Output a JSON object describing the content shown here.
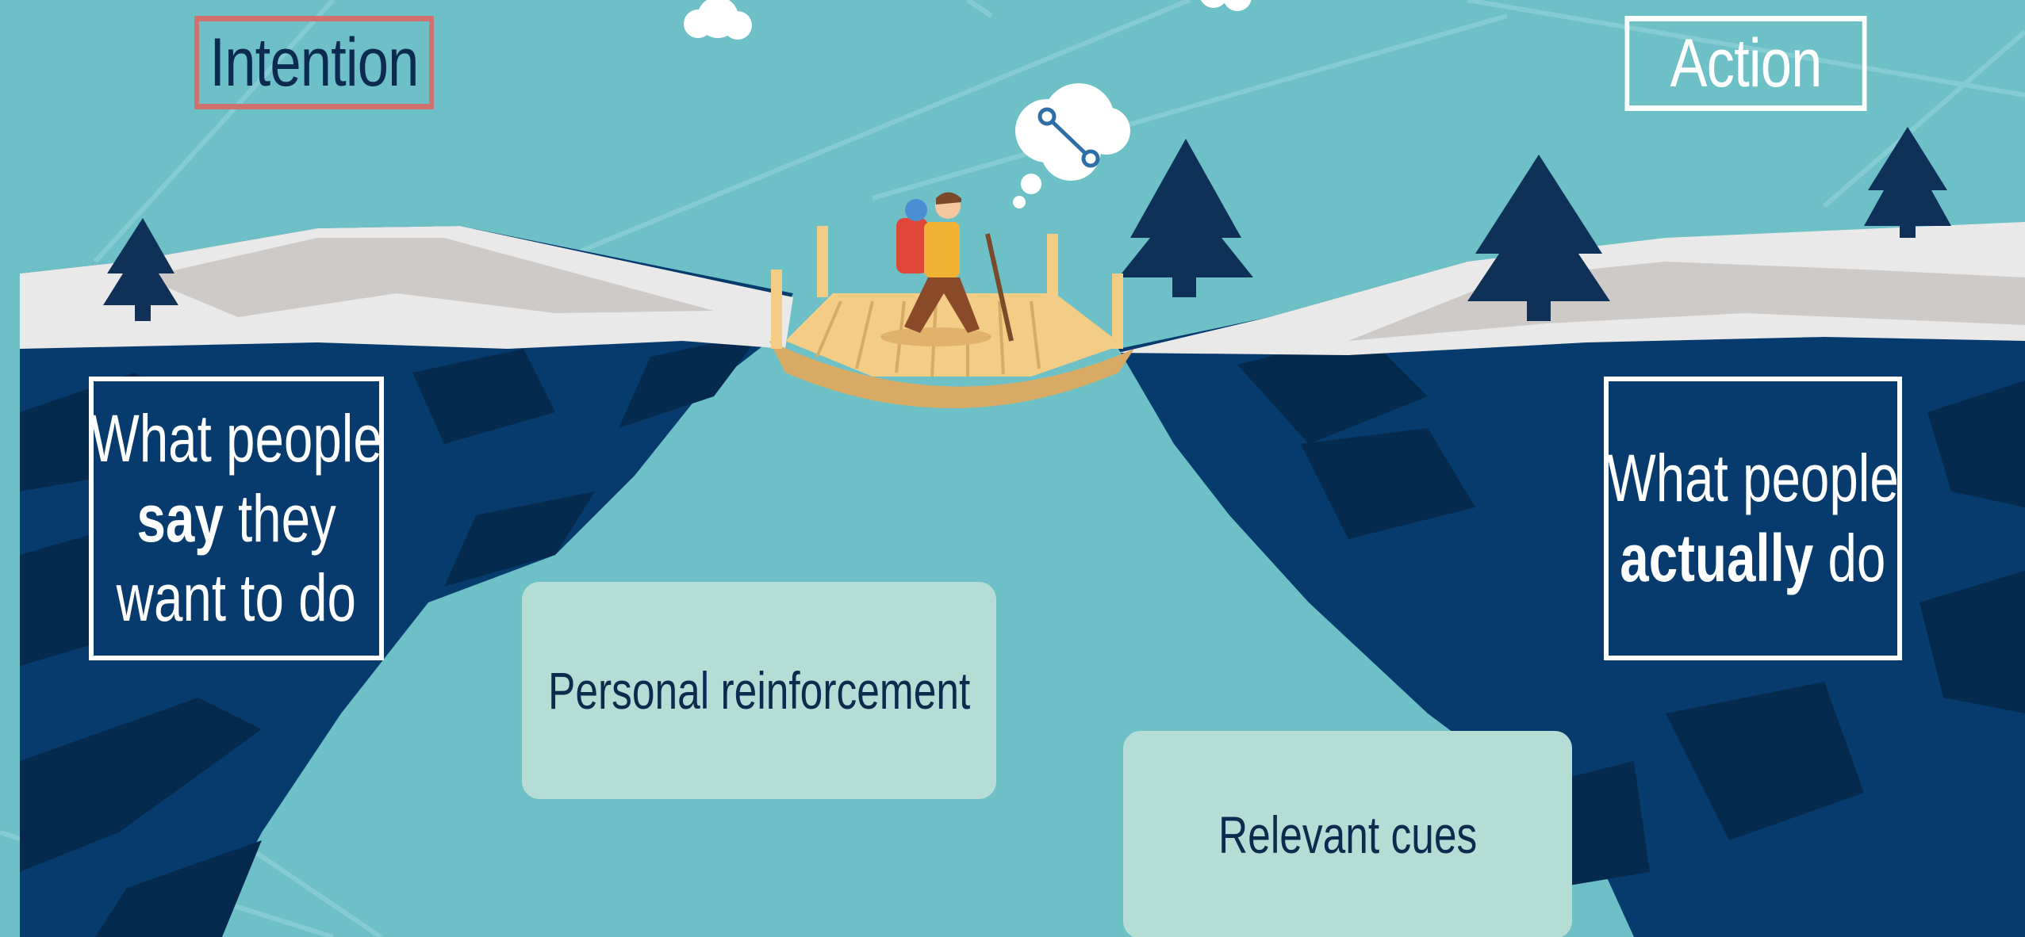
{
  "diagram": {
    "left_header": "Intention",
    "right_header": "Action",
    "left_box": {
      "line1": "What people",
      "line2_bold": "say",
      "line2_rest": " they",
      "line3": "want to do"
    },
    "right_box": {
      "line1": "What people",
      "line2_bold": "actually",
      "line2_rest": " do"
    },
    "factors": [
      "Personal reinforcement",
      "Relevant cues"
    ],
    "thought_icon": "wrench-icon",
    "figure": "hiker-icon"
  },
  "colors": {
    "sky": "#6cc0c6",
    "cliff_dark": "#073b6d",
    "cliff_shadow": "#052a4e",
    "snow": "#e9e9e9",
    "snow_shadow": "#cdcac8",
    "intention_border": "#d0716f",
    "factor_box": "#b5ddd6",
    "text_navy": "#0c2b4e",
    "bridge": "#f3cd85"
  }
}
